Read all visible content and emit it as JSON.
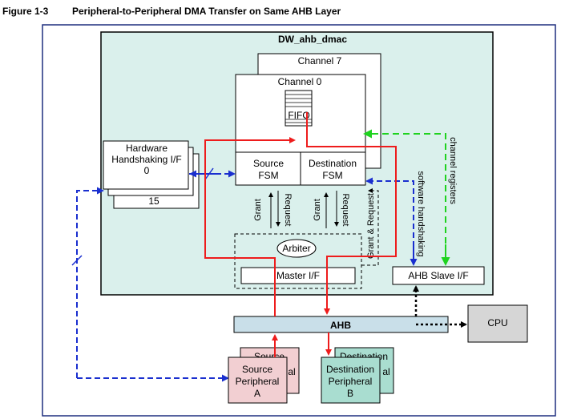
{
  "figure": {
    "number": "Figure 1-3",
    "title": "Peripheral-to-Peripheral DMA Transfer on Same AHB Layer"
  },
  "block": {
    "title": "DW_ahb_dmac",
    "channel_back": "Channel 7",
    "channel_front": "Channel 0",
    "fifo": "FIFO",
    "source_fsm": [
      "Source",
      "FSM"
    ],
    "destination_fsm": [
      "Destination",
      "FSM"
    ],
    "arbiter": "Arbiter",
    "master_if": "Master I/F",
    "ahb_slave_if": "AHB Slave I/F"
  },
  "handshaking": {
    "label": [
      "Hardware",
      "Handshaking I/F",
      "0"
    ],
    "back_index": "15"
  },
  "signals": {
    "grant": "Grant",
    "request": "Request",
    "grant_request": "Grant & Request",
    "software_handshaking": "software handshaking",
    "channel_registers": "channel registers"
  },
  "bus": {
    "label": "AHB"
  },
  "cpu": {
    "label": "CPU"
  },
  "source_peripheral": {
    "back_label": [
      "Source",
      "al"
    ],
    "front_label": [
      "Source",
      "Peripheral",
      "A"
    ]
  },
  "destination_peripheral": {
    "back_label": [
      "Destination",
      "al"
    ],
    "front_label": [
      "Destination",
      "Peripheral",
      "B"
    ]
  },
  "colors": {
    "block_fill": "#daf0ec",
    "bus_fill": "#c9dfe9",
    "cpu_fill": "#d6d6d6",
    "source_fill": "#f2cfd2",
    "destination_fill": "#a9ddd0",
    "red_path": "#ee1c1c",
    "green_path": "#1fd21f",
    "blue_path": "#1a2fcf",
    "frame": "#1f2f7f"
  }
}
